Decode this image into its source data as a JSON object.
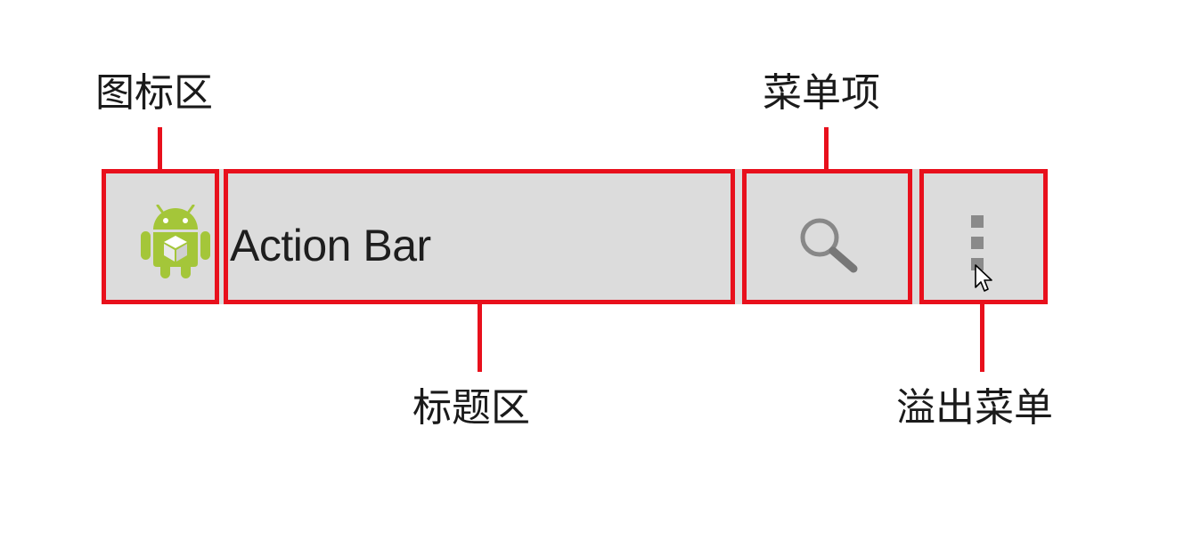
{
  "callouts": {
    "icon_area": "图标区",
    "title_area": "标题区",
    "menu_item": "菜单项",
    "overflow_menu": "溢出菜单"
  },
  "action_bar": {
    "title": "Action Bar",
    "app_icon": "android-icon",
    "menu_icon": "search-icon",
    "overflow_icon": "overflow-dots-icon"
  },
  "colors": {
    "highlight": "#e8101c",
    "bar_background": "#dcdcdc",
    "android_green": "#a4c639"
  }
}
